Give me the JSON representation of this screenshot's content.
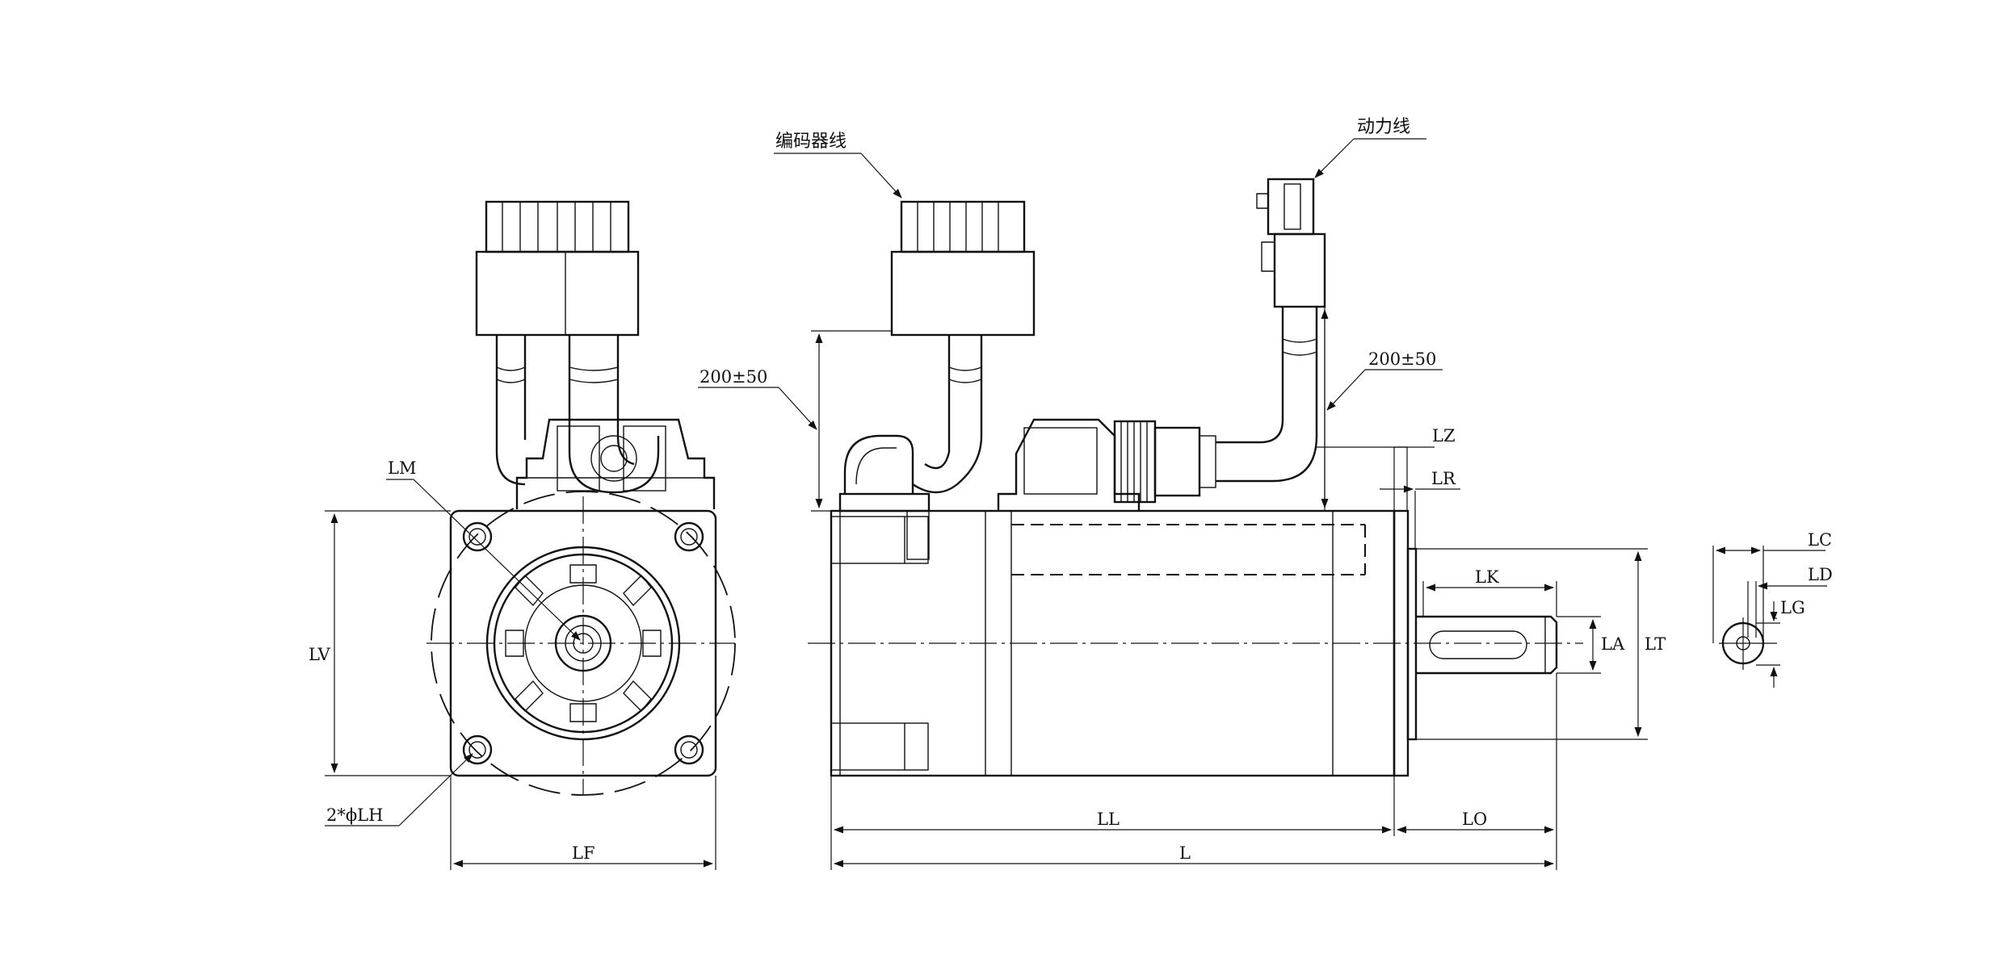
{
  "labels": {
    "encoder_cable": "编码器线",
    "power_cable": "动力线",
    "cable_length_encoder": "200±50",
    "cable_length_power": "200±50",
    "LM": "LM",
    "LV": "LV",
    "LH": "2*ϕLH",
    "LF": "LF",
    "LZ": "LZ",
    "LR": "LR",
    "LK": "LK",
    "LA": "LA",
    "LT": "LT",
    "LL": "LL",
    "LO": "LO",
    "L": "L",
    "LC": "LC",
    "LD": "LD",
    "LG": "LG"
  }
}
